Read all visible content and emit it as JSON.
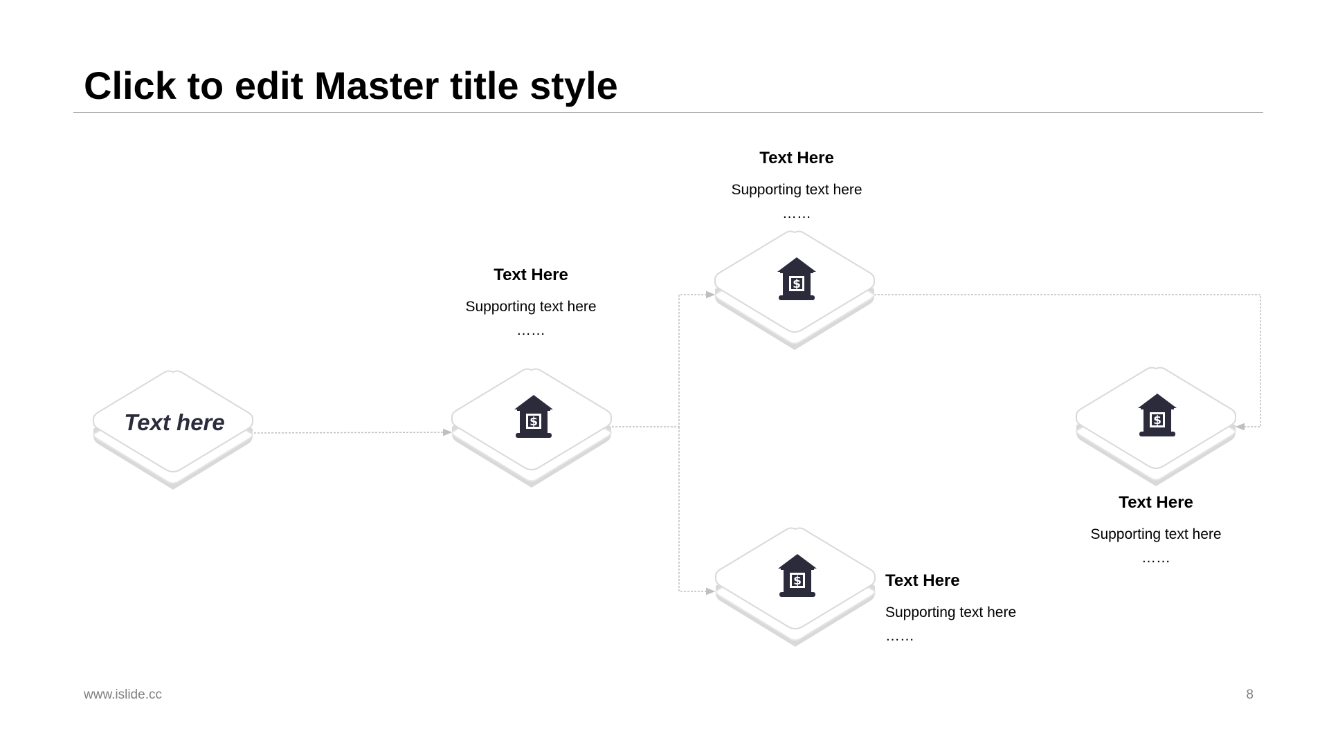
{
  "slide": {
    "title": "Click to edit Master title style"
  },
  "diagram": {
    "start_node": {
      "text": "Text here"
    },
    "nodes": [
      {
        "icon": "bank-dollar-icon",
        "title": "Text Here",
        "subtitle": "Supporting text here",
        "dots": "……"
      },
      {
        "icon": "bank-dollar-icon",
        "title": "Text Here",
        "subtitle": "Supporting text here",
        "dots": "……"
      },
      {
        "icon": "bank-dollar-icon",
        "title": "Text Here",
        "subtitle": "Supporting text here",
        "dots": "……"
      },
      {
        "icon": "bank-dollar-icon",
        "title": "Text Here",
        "subtitle": "Supporting text here",
        "dots": "……"
      }
    ]
  },
  "footer": {
    "url": "www.islide.cc",
    "page": "8"
  },
  "colors": {
    "icon": "#2b2b3c",
    "tile_face": "#ffffff",
    "tile_edge": "#d9d9d9",
    "tile_shadow": "#d9d9d9",
    "connector": "#bfbfbf",
    "start_text": "#2b2b3c"
  }
}
